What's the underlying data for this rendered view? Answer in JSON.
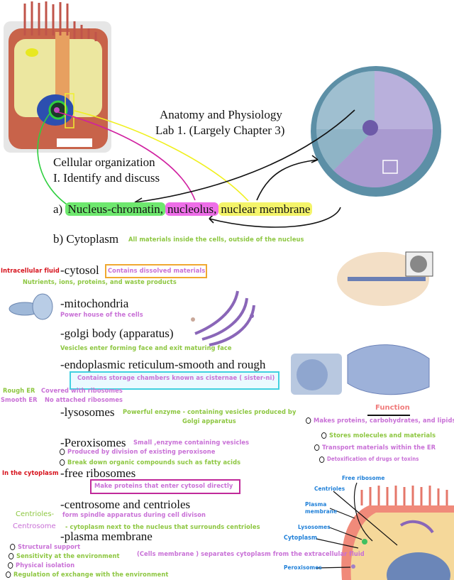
{
  "title": {
    "line1": "Anatomy and Physiology",
    "line2": "Lab 1. (Largely Chapter 3)"
  },
  "section": {
    "line1": "Cellular organization",
    "line2": "I. Identify and discuss"
  },
  "item_a": {
    "prefix": "a)",
    "nucleus": "Nucleus-chromatin,",
    "nucleolus": "nucleolus,",
    "membrane": "nuclear membrane"
  },
  "item_b": {
    "label": "b) Cytoplasm",
    "note": "All materials inside the cells, outside of the nucleus"
  },
  "cytosol": {
    "side": "Intracellular fluid",
    "label": "-cytosol",
    "box": "Contains dissolved materials",
    "note": "Nutrients, ions, proteins, and waste products"
  },
  "mitochondria": {
    "label": "-mitochondria",
    "note": "Power house of the cells"
  },
  "golgi": {
    "label": "-golgi body (apparatus)",
    "note": "Vesicles enter forming face and exit maturing face"
  },
  "er": {
    "label": "-endoplasmic reticulum-smooth and rough",
    "box": "Contains storage chambers known as cisternae ( sister-ni)",
    "rough_label": "Rough ER",
    "rough_note": "Covered with ribosomes",
    "smooth_label": "Smooth ER",
    "smooth_note": "No attached ribosomes"
  },
  "lysosomes": {
    "label": "-lysosomes",
    "note1": "Powerful enzyme - containing vesicles produced by",
    "note2": "Golgi apparatus"
  },
  "peroxisomes": {
    "label": "-Peroxisomes",
    "note": "Small ,enzyme containing vesicles",
    "bullets": [
      "Produced by division of existing peroxisone",
      "Break down organic compounds such as fatty acids"
    ]
  },
  "ribosomes": {
    "side": "In the cytoplasm",
    "label": "-free ribosomes",
    "box": "Make proteins that enter cytosol directly"
  },
  "centrosome": {
    "label": "-centrosome and centrioles",
    "centrioles_label": "Centrioles-",
    "centrioles_note": "form spindle apparatus during cell divison",
    "centrosome_label": "Centrosome",
    "centrosome_note": "- cytoplasm next to the nucleus that surrounds centrioles"
  },
  "plasma": {
    "label": "-plasma membrane",
    "note": "(Cells membrane ) separates cytoplasm from the extracellular fluid",
    "bullets": [
      "Structural support",
      "Sensitivity at the environment",
      "Physical isolation",
      "Regulation of exchange with the environment"
    ]
  },
  "function": {
    "title": "Function",
    "items": [
      "Makes proteins, carbohydrates, and lipids",
      "Stores molecules and materials",
      "Transport materials within the ER",
      "Detoxification of drugs or toxins"
    ]
  },
  "diagram_labels": {
    "free_ribosome": "Free ribosome",
    "centrioles": "Centrioles",
    "plasma1": "Plasma",
    "plasma2": "membrane",
    "lysosomes": "Lysosomes",
    "cytoplasm": "Cytoplasm",
    "peroxisomes": "Peroxisomes"
  },
  "colors": {
    "green": "#8cc63f",
    "purple": "#c86fd6",
    "red": "#d6101a",
    "blue": "#1e7fd8",
    "highlight_green": "#6ee86e",
    "highlight_magenta": "#ee6ee8",
    "highlight_yellow": "#f4f46a"
  }
}
